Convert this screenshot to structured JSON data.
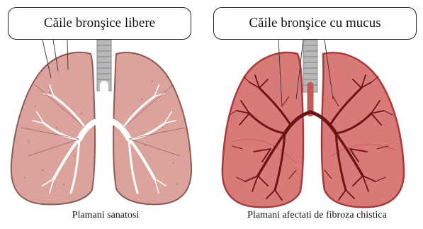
{
  "panels": {
    "left": {
      "callout": "Căile bronşice libere",
      "caption": "Plamani sanatosi"
    },
    "right": {
      "callout": "Căile bronşice cu mucus",
      "caption": "Plamani afectati de fibroza chistica"
    }
  },
  "colors": {
    "healthy_fill": "#dba39b",
    "healthy_outline": "#8a5b56",
    "cf_fill": "#d97a78",
    "cf_outline": "#a83a3c",
    "cf_airway": "#6b1414",
    "trachea": "#b8b8b8",
    "healthy_airway": "#ffffff"
  }
}
